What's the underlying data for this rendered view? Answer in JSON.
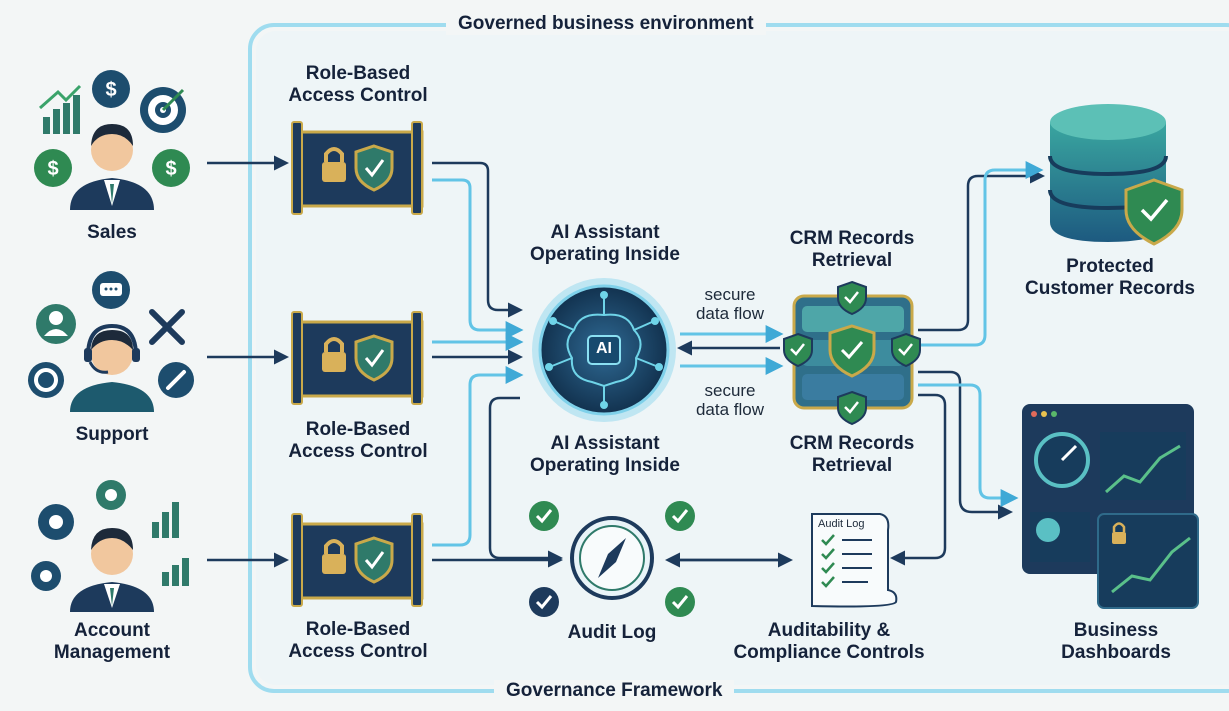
{
  "frame": {
    "title": "Governed business environment",
    "footer": "Governance Framework"
  },
  "roles": [
    {
      "label": "Sales"
    },
    {
      "label": "Support"
    },
    {
      "label": "Account\nManagement"
    }
  ],
  "access_control": [
    {
      "label": "Role-Based\nAccess Control"
    },
    {
      "label": "Role-Based\nAccess Control"
    },
    {
      "label": "Role-Based\nAccess Control"
    }
  ],
  "ai_assistant": {
    "label_top": "AI Assistant\nOperating Inside",
    "label_bottom": "AI Assistant\nOperating Inside",
    "chip": "AI"
  },
  "data_flow": {
    "top": "secure\ndata flow",
    "bottom": "secure\ndata flow"
  },
  "crm": {
    "label_top": "CRM Records\nRetrieval",
    "label_bottom": "CRM Records\nRetrieval"
  },
  "protected_records": {
    "label": "Protected\nCustomer Records"
  },
  "dashboards": {
    "label": "Business\nDashboards"
  },
  "audit": {
    "label": "Audit Log",
    "doc_title": "Audit Log",
    "compliance_label": "Auditability &\nCompliance Controls"
  },
  "colors": {
    "navy": "#1d3a5c",
    "teal": "#2e7d6b",
    "green": "#2f8a52",
    "gold": "#c9a94a",
    "light_blue": "#62c4e6",
    "frame": "#9fdcef"
  },
  "icons": [
    "bar-chart-icon",
    "dollar-icon",
    "target-icon",
    "person-icon",
    "chat-icon",
    "tools-icon",
    "gear-icon",
    "wrench-icon",
    "headset-icon",
    "lock-icon",
    "shield-check-icon",
    "brain-circuit-icon",
    "compass-icon",
    "check-icon",
    "database-icon",
    "document-icon",
    "gauge-icon",
    "line-chart-icon"
  ]
}
